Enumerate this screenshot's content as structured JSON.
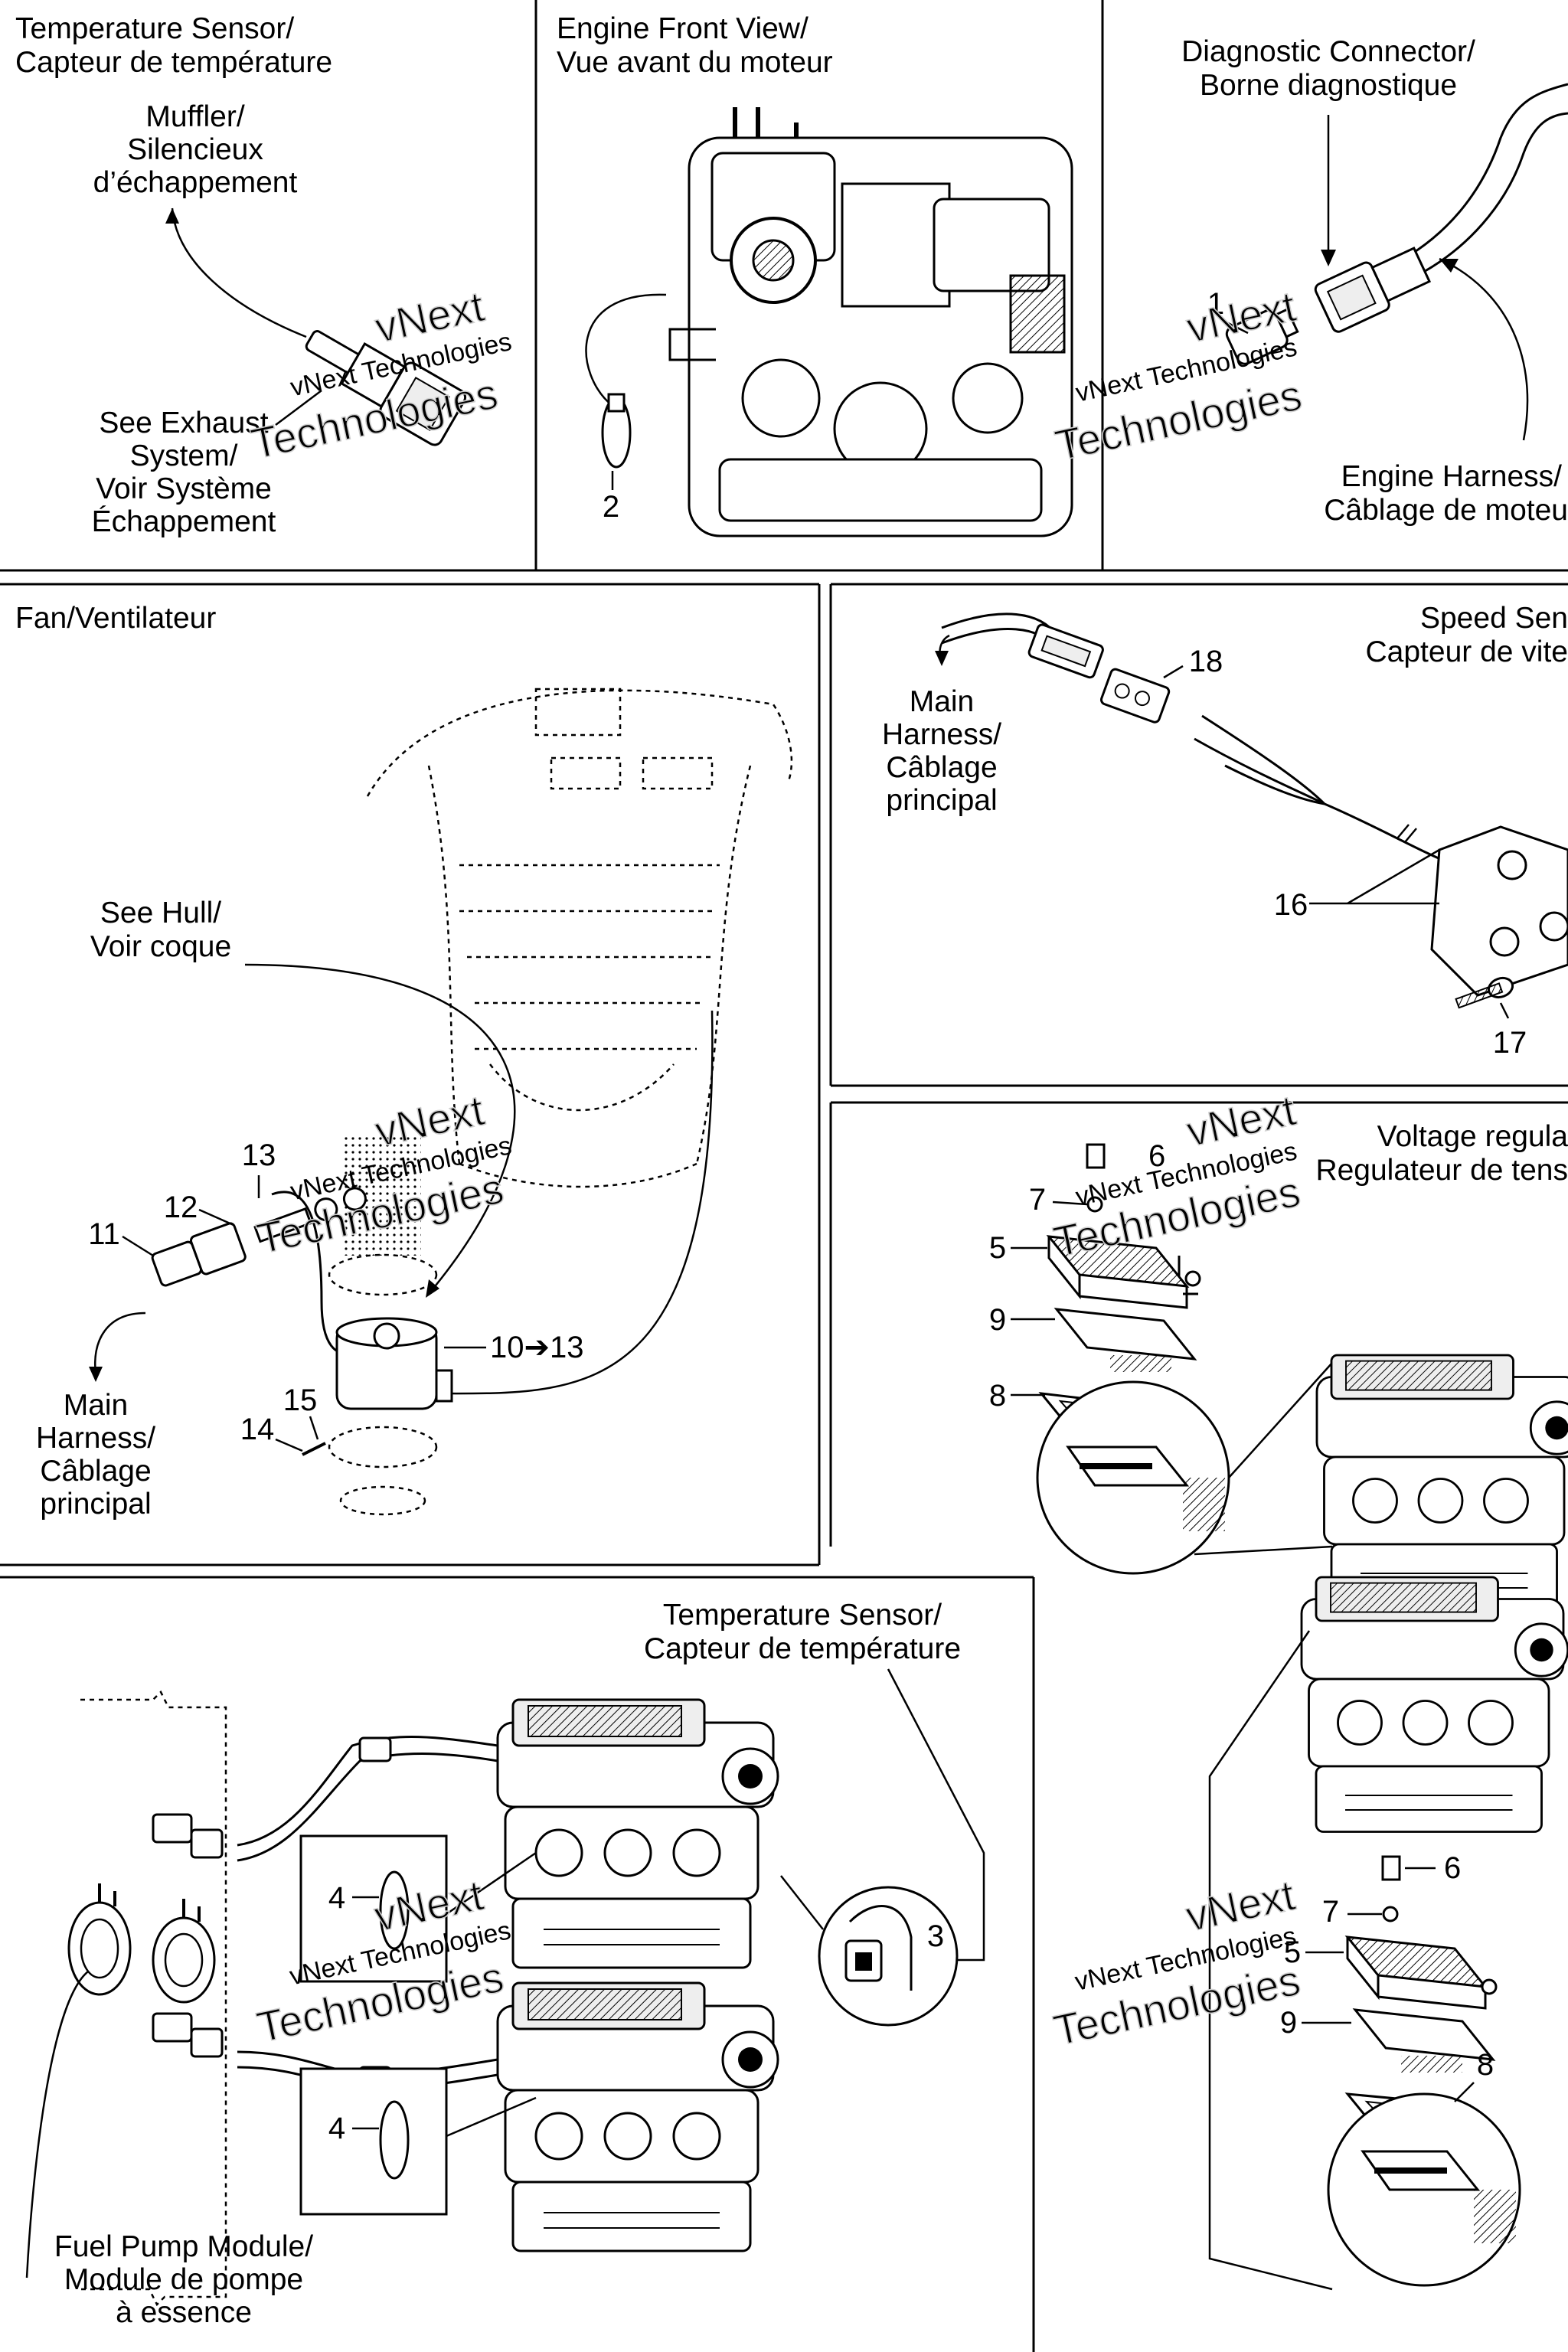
{
  "panels": {
    "temp_sensor": {
      "title": [
        "Temperature Sensor/",
        "Capteur de température"
      ],
      "muffler": [
        "Muffler/",
        "Silencieux",
        "d’échappement"
      ],
      "exhaust": [
        "See Exhaust",
        "System/",
        "Voir Système",
        "Échappement"
      ]
    },
    "engine_front": {
      "title": [
        "Engine Front View/",
        "Vue avant du moteur"
      ],
      "callout": "2"
    },
    "diagnostic": {
      "title": [
        "Diagnostic Connector/",
        "Borne diagnostique"
      ],
      "harness": [
        "Engine Harness/",
        "Câblage de moteu"
      ],
      "callout": "1"
    },
    "fan": {
      "title": "Fan/Ventilateur",
      "hull": [
        "See Hull/",
        "Voir coque"
      ],
      "main": [
        "Main",
        "Harness/",
        "Câblage",
        "principal"
      ],
      "callouts": [
        "13",
        "12",
        "11",
        "10➔13",
        "15",
        "14"
      ]
    },
    "speed_sensor": {
      "title": [
        "Speed Sen",
        "Capteur de vite"
      ],
      "main": [
        "Main",
        "Harness/",
        "Câblage",
        "principal"
      ],
      "callouts": [
        "18",
        "16",
        "17"
      ]
    },
    "voltage_regulator": {
      "title": [
        "Voltage regula",
        "Regulateur de tens"
      ],
      "callouts_top": [
        "6",
        "7",
        "5",
        "9",
        "8"
      ],
      "callouts_bottom": [
        "6",
        "7",
        "5",
        "9",
        "8"
      ]
    },
    "fuel": {
      "title": [
        "Temperature Sensor/",
        "Capteur de température"
      ],
      "pump": [
        "Fuel Pump Module/",
        "Module de pompe",
        "à essence"
      ],
      "callouts": [
        "4",
        "4",
        "3"
      ]
    }
  },
  "watermark": [
    "vNext",
    "vNext Technologies",
    "Technologies"
  ]
}
